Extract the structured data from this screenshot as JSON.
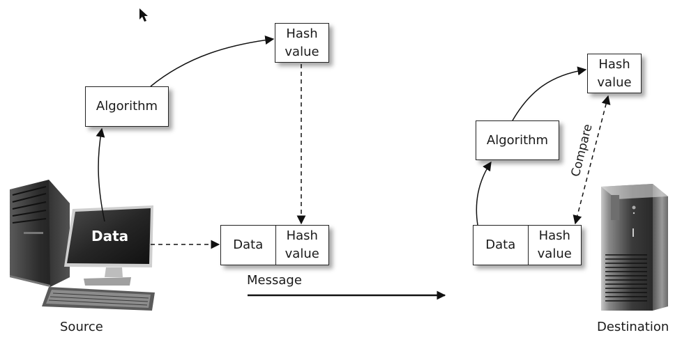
{
  "source": {
    "device_label": "Source",
    "screen_label": "Data",
    "algorithm_label": "Algorithm",
    "hash_label_line1": "Hash",
    "hash_label_line2": "value",
    "message_box": {
      "data_label": "Data",
      "hash_line1": "Hash",
      "hash_line2": "value"
    }
  },
  "transfer": {
    "message_label": "Message"
  },
  "destination": {
    "device_label": "Destination",
    "algorithm_label": "Algorithm",
    "hash_label_line1": "Hash",
    "hash_label_line2": "value",
    "compare_label": "Compare",
    "message_box": {
      "data_label": "Data",
      "hash_line1": "Hash",
      "hash_line2": "value"
    }
  },
  "icons": {
    "cursor": "mouse-pointer-icon",
    "source_device": "desktop-computer-icon",
    "destination_device": "server-tower-icon"
  }
}
